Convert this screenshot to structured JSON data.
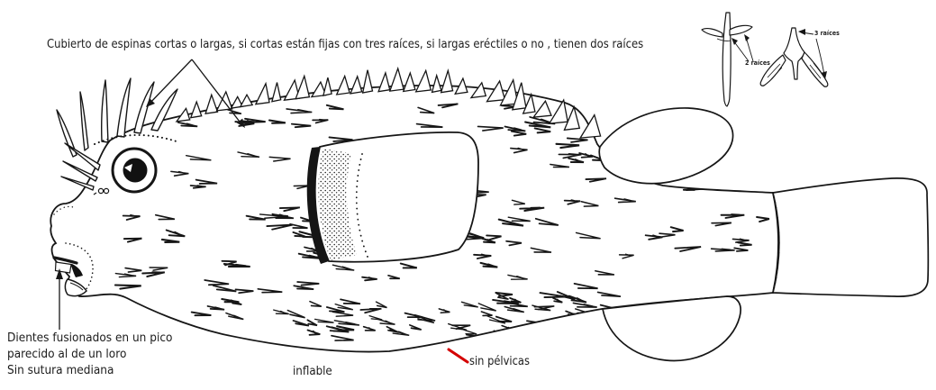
{
  "colors": {
    "ink": "#161616",
    "leader_red": "#d40000",
    "paper": "#ffffff"
  },
  "annotations": {
    "spines": "Cubierto de espinas cortas o largas, si cortas están fijas con tres raíces, si largas eréctiles o no , tienen dos raíces",
    "roots_two": "2 raíces",
    "roots_three": "3 raíces",
    "teeth_lines": [
      "Dientes fusionados en un pico",
      "parecido al de  un loro",
      "Sin sutura mediana"
    ],
    "inflatable": "inflable",
    "no_pelvics": "sin pélvicas"
  }
}
